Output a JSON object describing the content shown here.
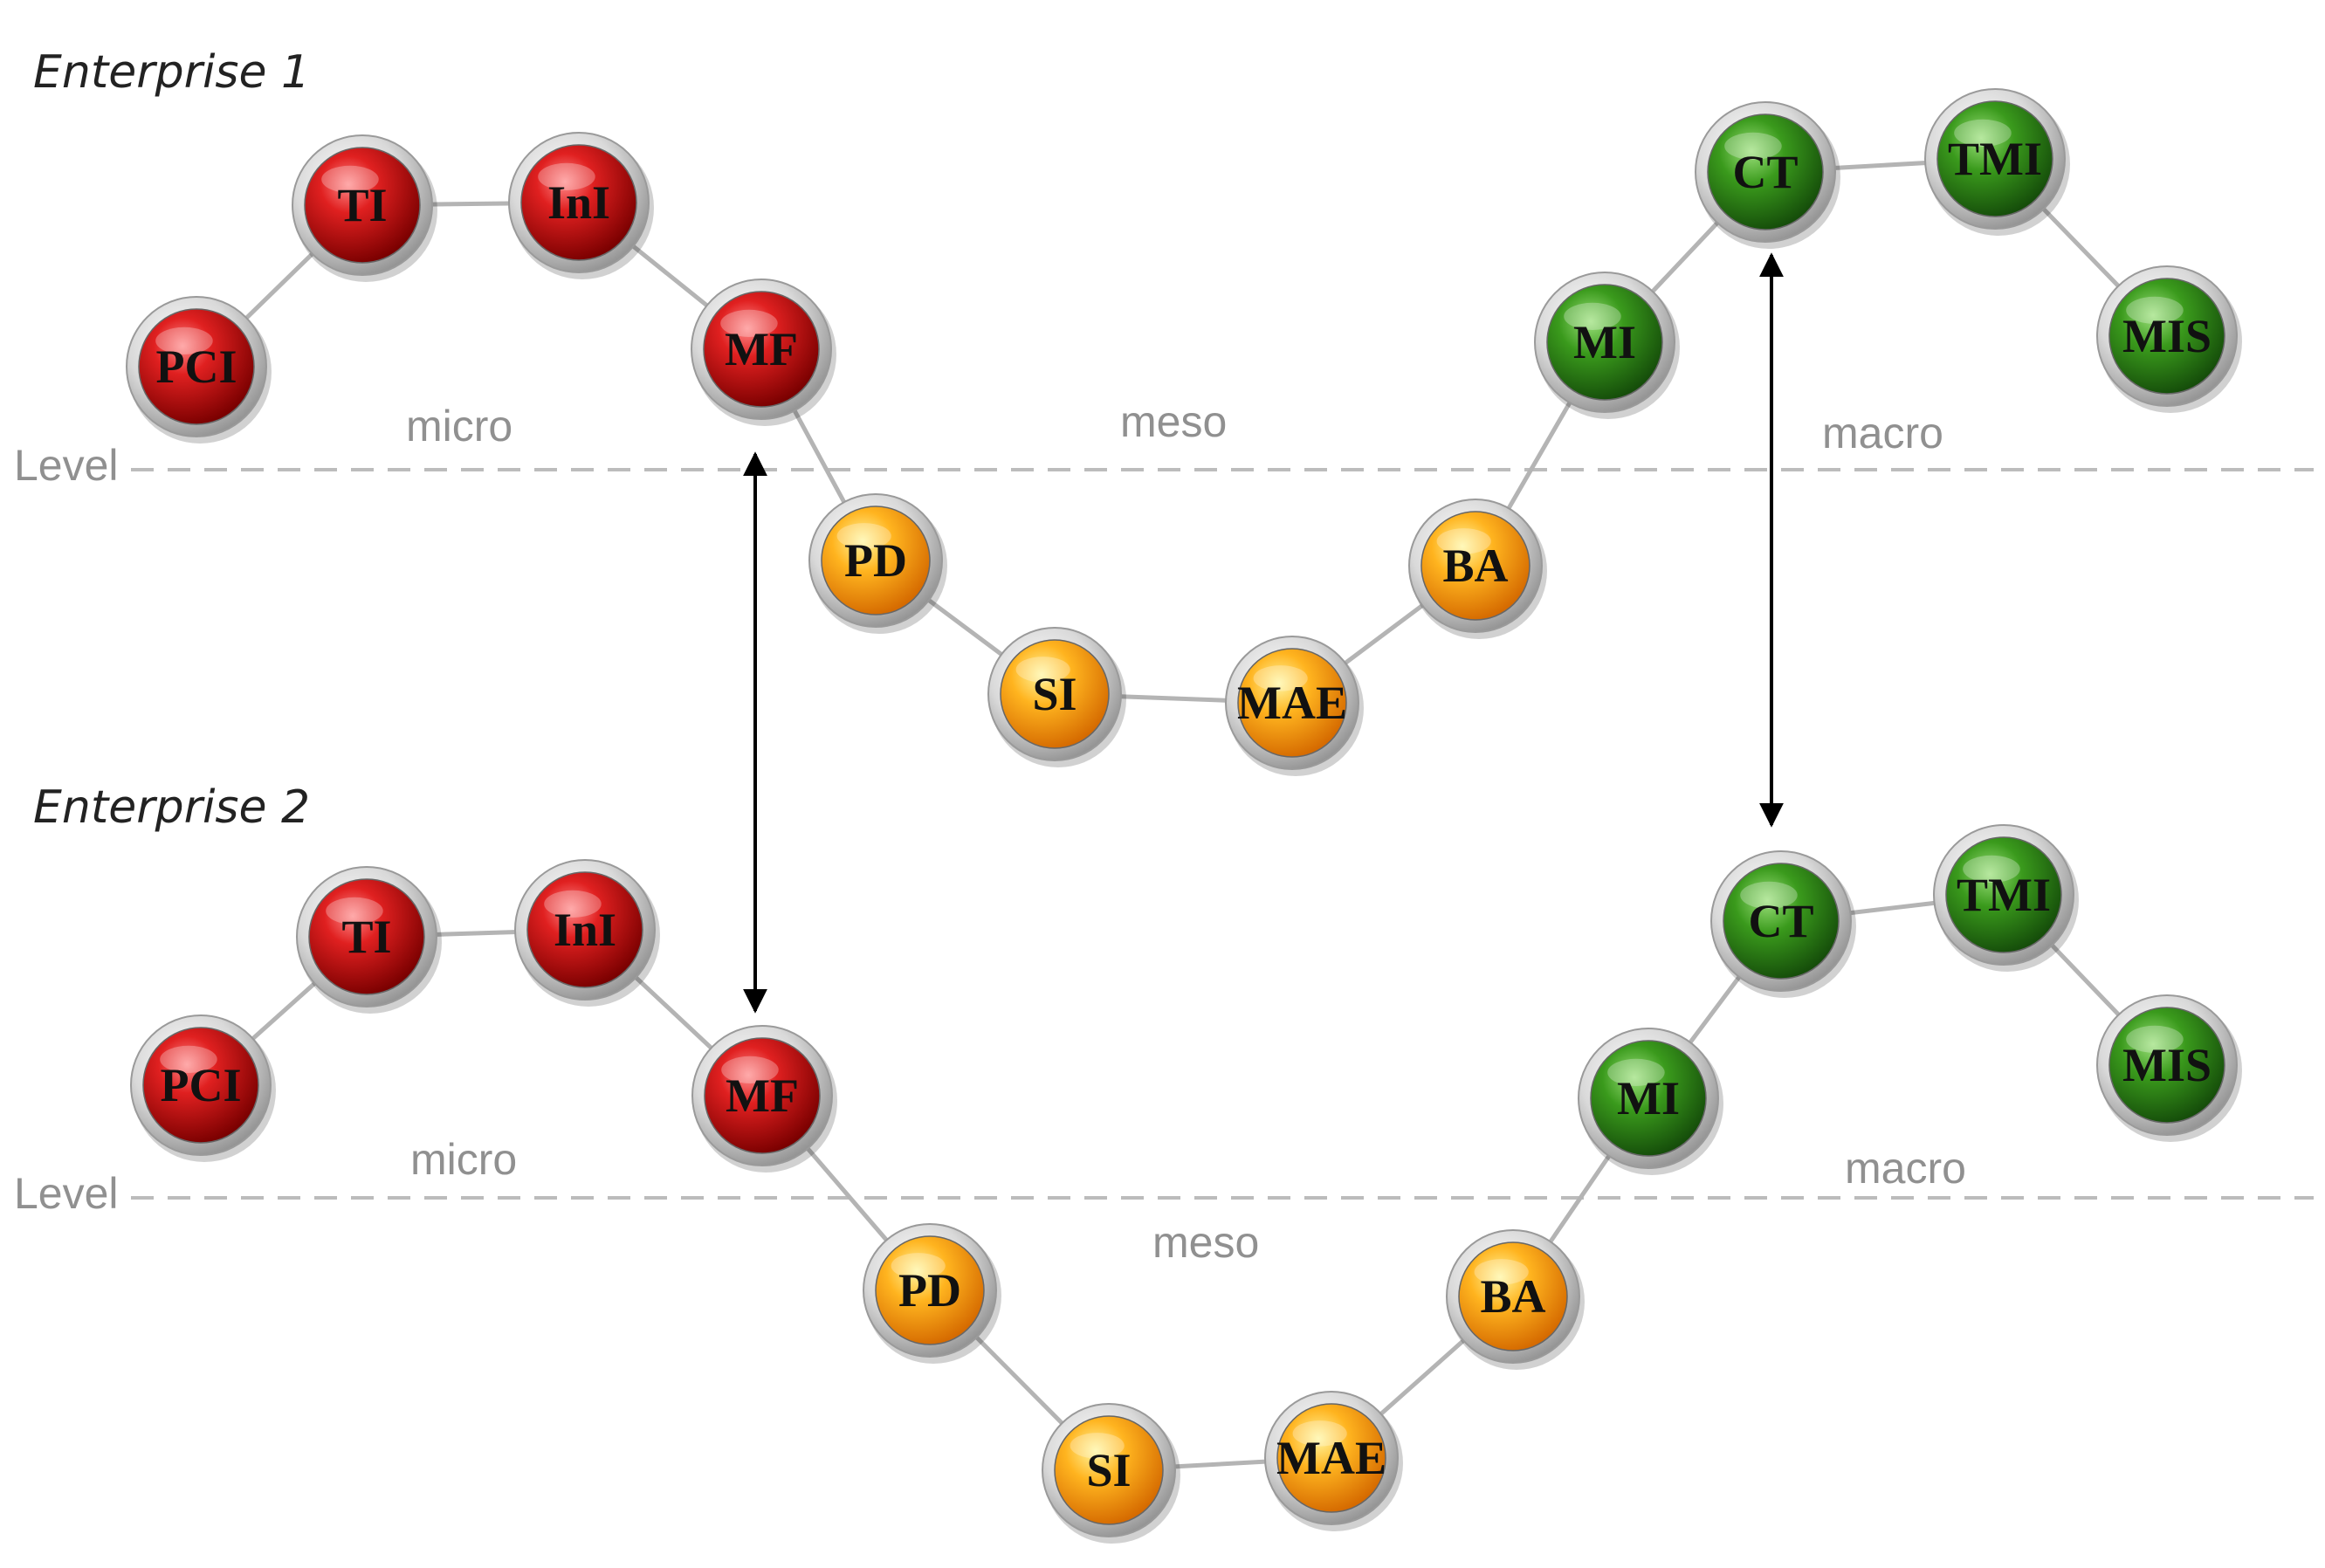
{
  "colors": {
    "micro": "#c81010",
    "meso": "#f7a11a",
    "macro": "#2f8a1a",
    "ring": "#c8c8c8",
    "level_line": "#bcbcbc",
    "text_gray": "#909090"
  },
  "level_label": "Level",
  "enterprises": [
    {
      "title": "Enterprise 1",
      "zones": {
        "micro": "micro",
        "meso": "meso",
        "macro": "macro"
      },
      "nodes": [
        {
          "label": "PCI",
          "group": "micro"
        },
        {
          "label": "TI",
          "group": "micro"
        },
        {
          "label": "InI",
          "group": "micro"
        },
        {
          "label": "MF",
          "group": "micro"
        },
        {
          "label": "PD",
          "group": "meso"
        },
        {
          "label": "SI",
          "group": "meso"
        },
        {
          "label": "MAE",
          "group": "meso"
        },
        {
          "label": "BA",
          "group": "meso"
        },
        {
          "label": "MI",
          "group": "macro"
        },
        {
          "label": "CT",
          "group": "macro"
        },
        {
          "label": "TMI",
          "group": "macro"
        },
        {
          "label": "MIS",
          "group": "macro"
        }
      ]
    },
    {
      "title": "Enterprise 2",
      "zones": {
        "micro": "micro",
        "meso": "meso",
        "macro": "macro"
      },
      "nodes": [
        {
          "label": "PCI",
          "group": "micro"
        },
        {
          "label": "TI",
          "group": "micro"
        },
        {
          "label": "InI",
          "group": "micro"
        },
        {
          "label": "MF",
          "group": "micro"
        },
        {
          "label": "PD",
          "group": "meso"
        },
        {
          "label": "SI",
          "group": "meso"
        },
        {
          "label": "MAE",
          "group": "meso"
        },
        {
          "label": "BA",
          "group": "meso"
        },
        {
          "label": "MI",
          "group": "macro"
        },
        {
          "label": "CT",
          "group": "macro"
        },
        {
          "label": "TMI",
          "group": "macro"
        },
        {
          "label": "MIS",
          "group": "macro"
        }
      ]
    }
  ],
  "links": [
    {
      "from": "MF",
      "to": "MF",
      "bidirectional": true
    },
    {
      "from": "CT",
      "to": "CT",
      "bidirectional": true
    }
  ]
}
